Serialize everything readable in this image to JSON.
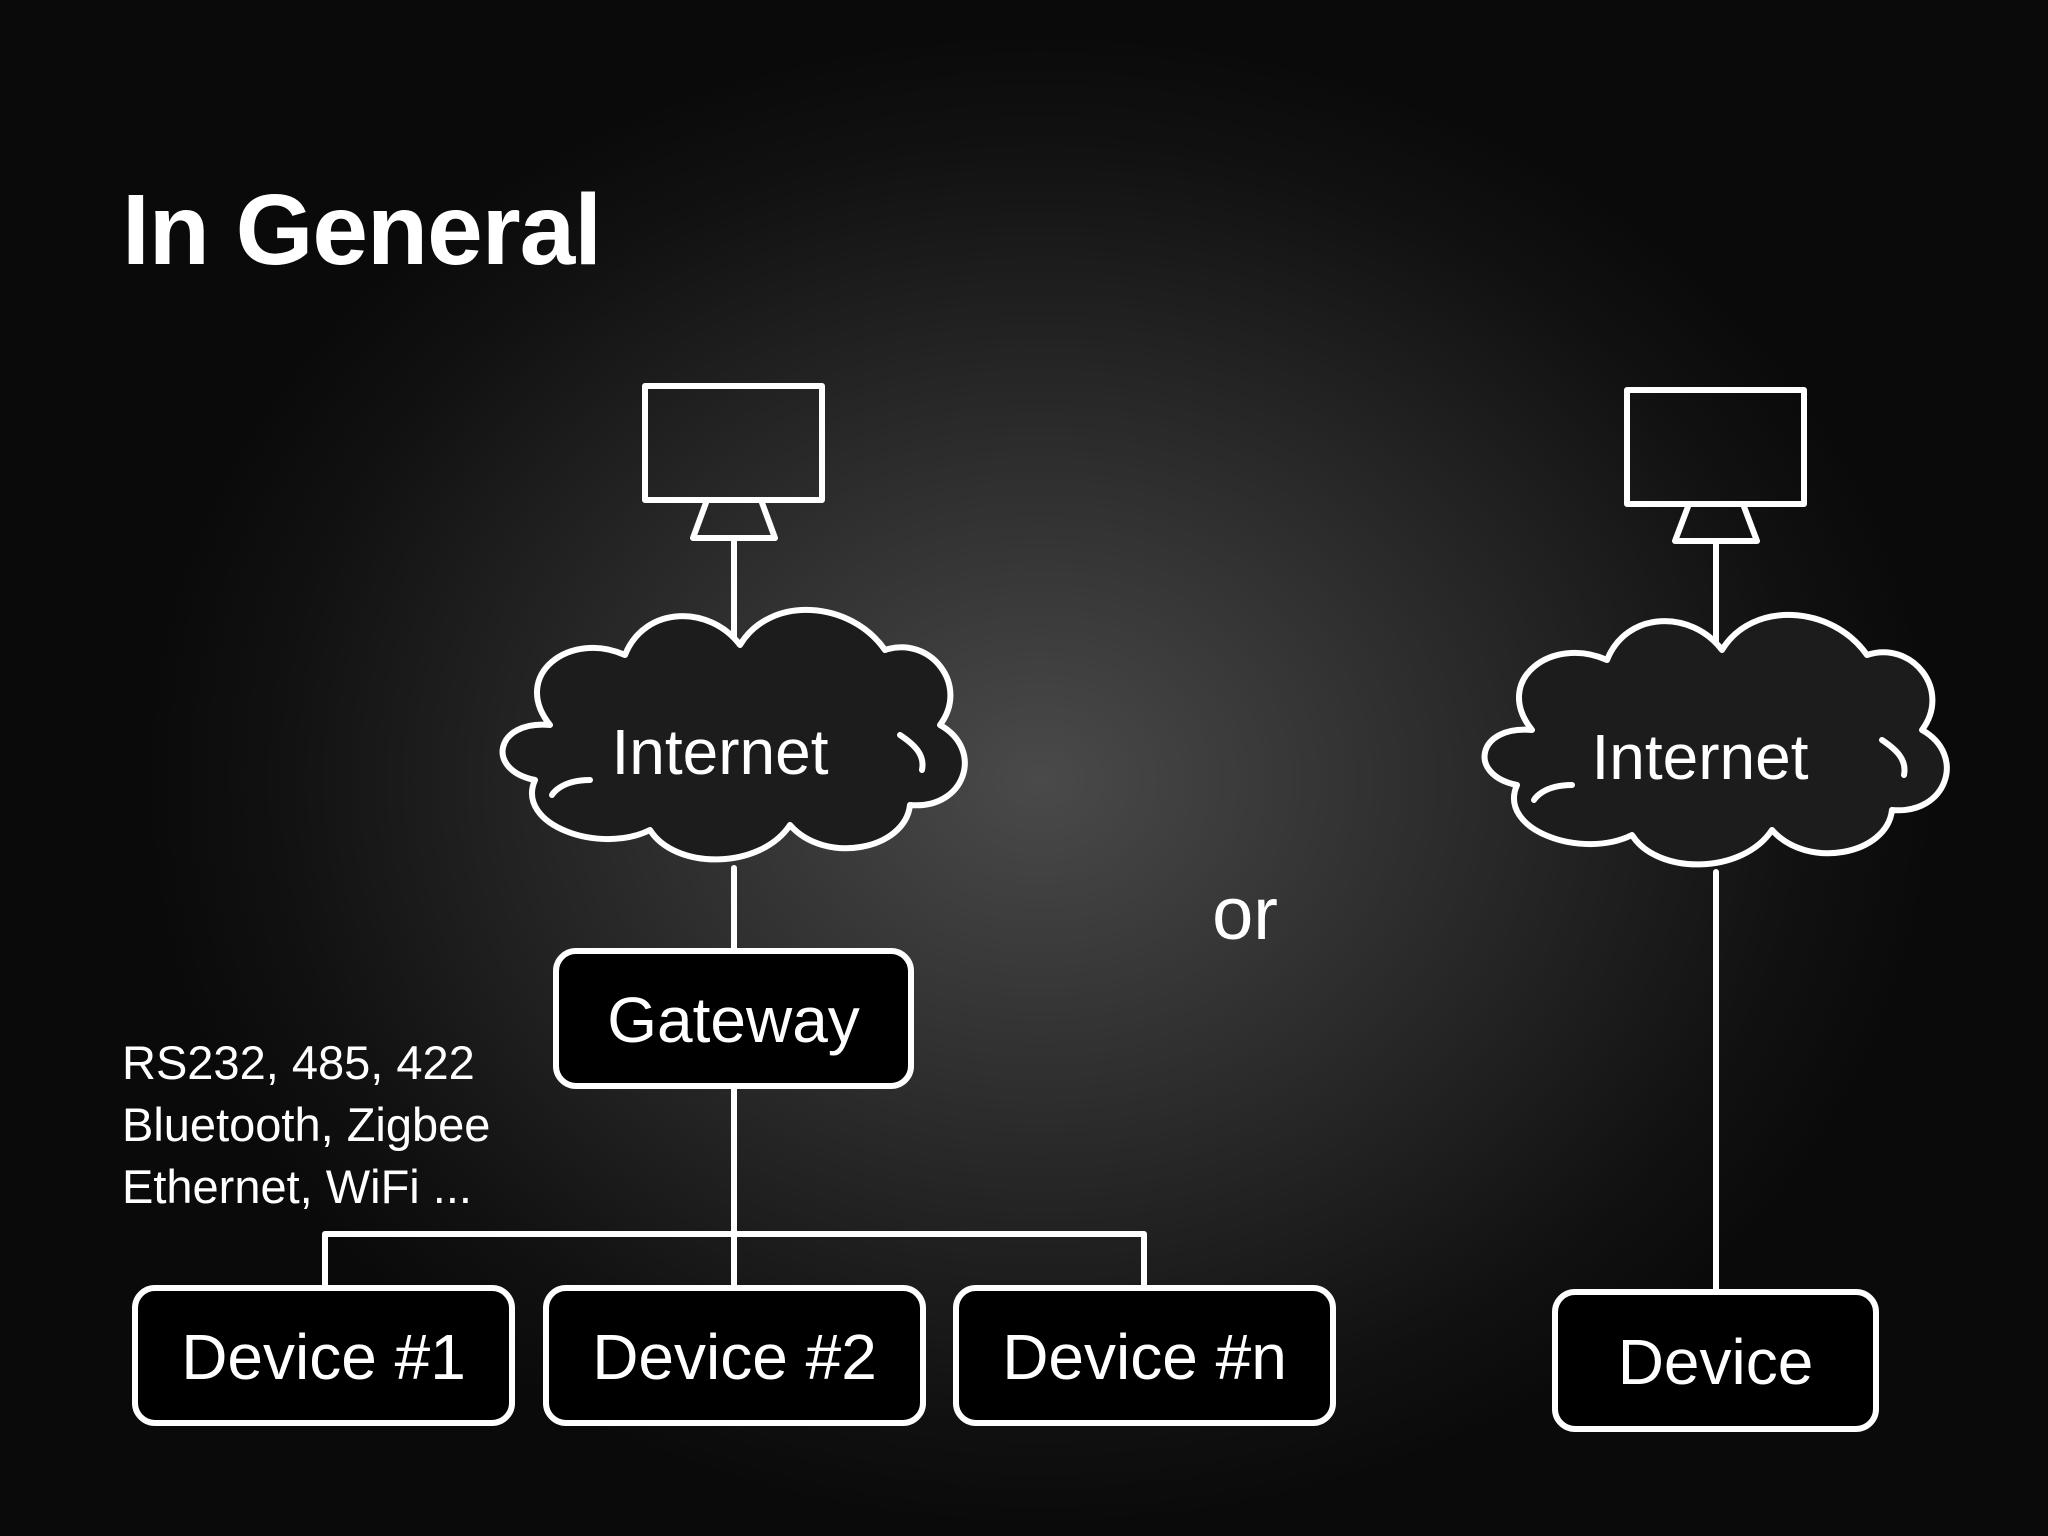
{
  "slide": {
    "title": "In General",
    "separator": "or"
  },
  "left_diagram": {
    "cloud_label": "Internet",
    "gateway_label": "Gateway",
    "protocols": [
      "RS232, 485, 422",
      "Bluetooth, Zigbee",
      "Ethernet, WiFi ..."
    ],
    "devices": [
      "Device #1",
      "Device #2",
      "Device #n"
    ]
  },
  "right_diagram": {
    "cloud_label": "Internet",
    "device_label": "Device"
  },
  "icons": {
    "computer": "monitor-icon",
    "network": "cloud-icon"
  },
  "colors": {
    "background": "#1a1a1a",
    "foreground": "#ffffff",
    "node_fill": "#000000"
  }
}
